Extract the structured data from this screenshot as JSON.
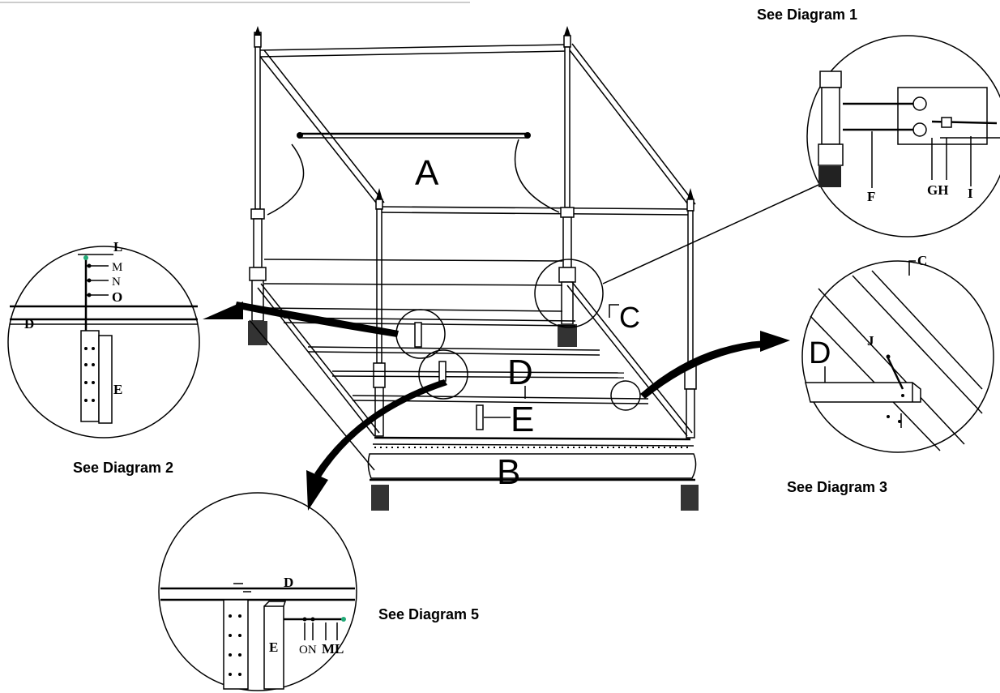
{
  "captions": {
    "d1": "See Diagram 1",
    "d2": "See Diagram 2",
    "d3": "See Diagram 3",
    "d5": "See Diagram 5"
  },
  "main_labels": {
    "A": "A",
    "B": "B",
    "C": "C",
    "D": "D",
    "E": "E"
  },
  "detail1_labels": {
    "F": "F",
    "GH": "GH",
    "I": "I"
  },
  "detail2_labels": {
    "L": "L",
    "M": "M",
    "N": "N",
    "O": "O",
    "D": "D",
    "E": "E"
  },
  "detail3_labels": {
    "C": "C",
    "D": "D",
    "J": "J"
  },
  "detail5_labels": {
    "D": "D",
    "E": "E",
    "ON": "ON",
    "ML": "ML"
  }
}
